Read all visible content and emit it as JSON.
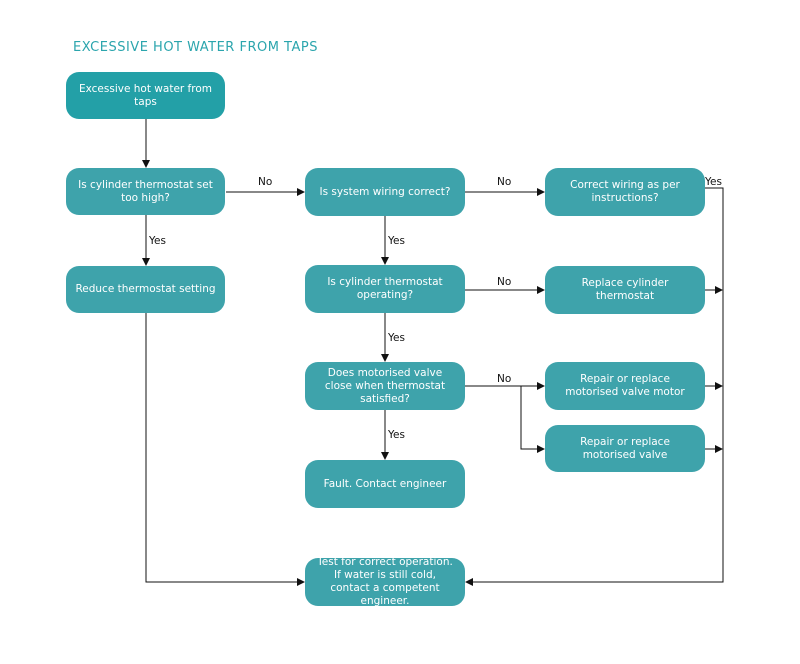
{
  "title": "EXCESSIVE HOT WATER FROM TAPS",
  "nodes": {
    "start": "Excessive hot water from taps",
    "q_thermostat_high": "Is cylinder thermostat set too high?",
    "reduce_setting": "Reduce thermostat setting",
    "q_wiring": "Is system wiring correct?",
    "correct_wiring": "Correct wiring as per instructions?",
    "q_thermostat_operating": "Is cylinder thermostat operating?",
    "replace_thermostat": "Replace cylinder thermostat",
    "q_valve_close": "Does motorised valve close when thermostat satisfied?",
    "repair_valve_motor": "Repair or replace motorised valve motor",
    "repair_valve": "Repair or replace motorised valve",
    "fault": "Fault. Contact engineer",
    "test": "Test for correct operation. If water is still cold, contact a competent engineer."
  },
  "edge_labels": {
    "no": "No",
    "yes": "Yes"
  },
  "colors": {
    "node_fill": "#3ea3ab",
    "start_fill": "#23a0a7",
    "title": "#2ba5ad",
    "line": "#111111"
  }
}
